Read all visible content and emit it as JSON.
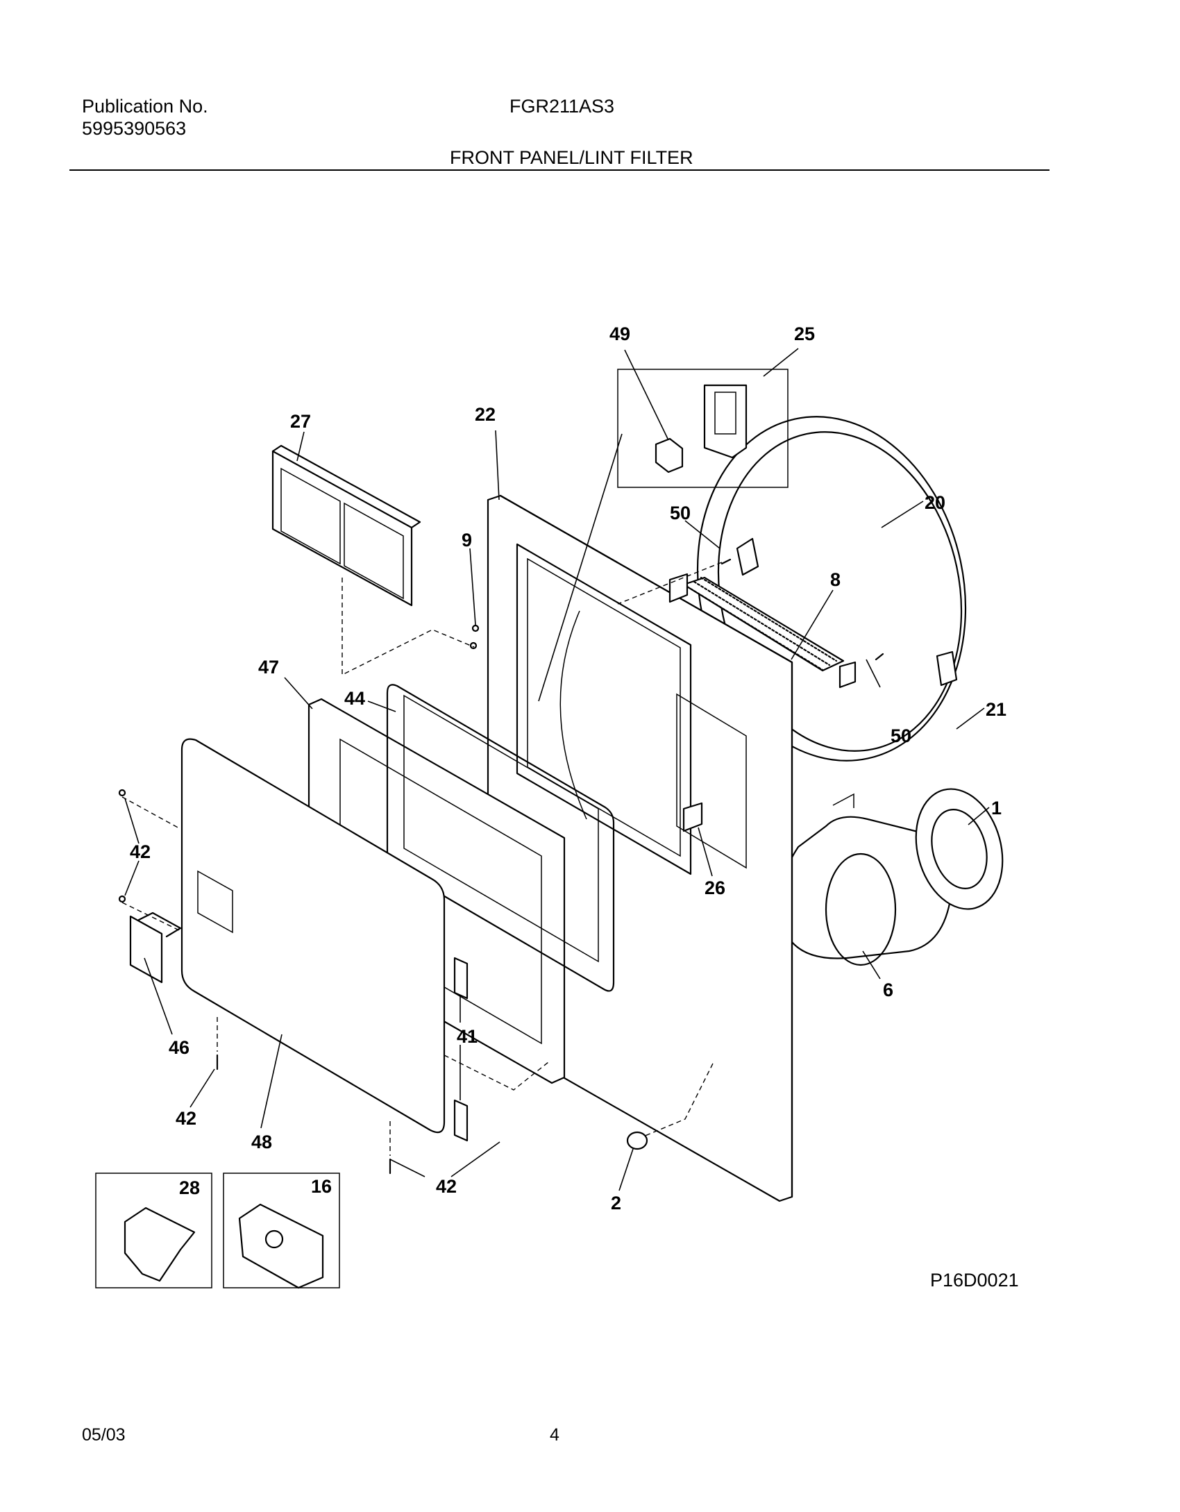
{
  "header": {
    "publication_label": "Publication No.",
    "publication_number": "5995390563",
    "model": "FGR211AS3",
    "section_title": "FRONT PANEL/LINT FILTER"
  },
  "diagram": {
    "figure_id": "P16D0021",
    "callouts": {
      "c49": "49",
      "c25": "25",
      "c27": "27",
      "c22": "22",
      "c20": "20",
      "c50a": "50",
      "c9": "9",
      "c8": "8",
      "c47": "47",
      "c44": "44",
      "c50b": "50",
      "c21": "21",
      "c1": "1",
      "c42a": "42",
      "c26": "26",
      "c6": "6",
      "c46": "46",
      "c41": "41",
      "c42b": "42",
      "c48": "48",
      "c42c": "42",
      "c2": "2",
      "c28": "28",
      "c16": "16"
    }
  },
  "footer": {
    "date": "05/03",
    "page": "4"
  }
}
